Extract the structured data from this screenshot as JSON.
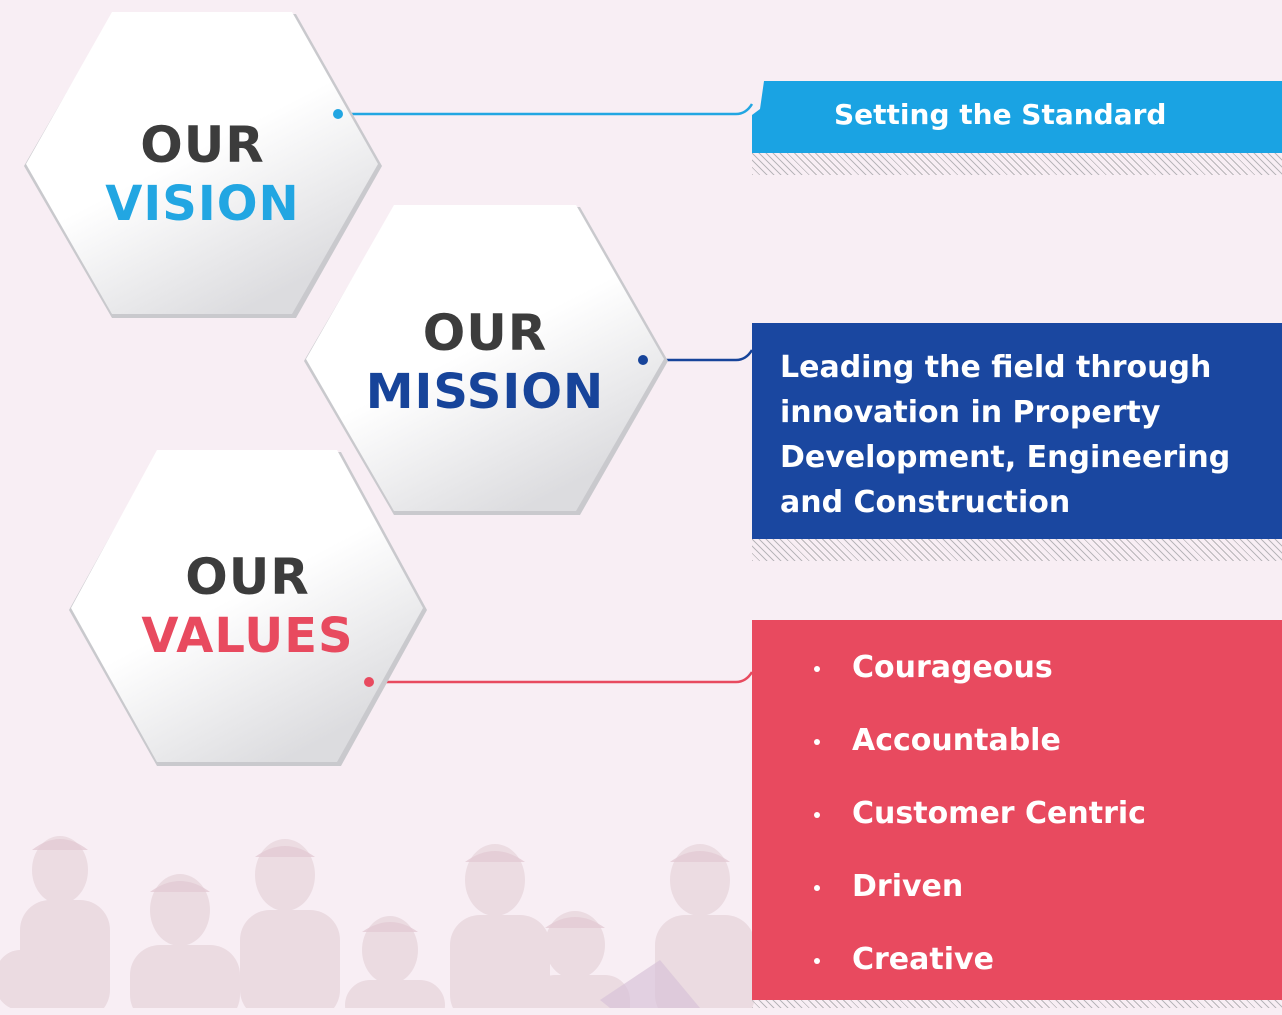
{
  "vision": {
    "prefix": "OUR",
    "title": "VISION",
    "text": "Setting the Standard",
    "color": "#22a6e2"
  },
  "mission": {
    "prefix": "OUR",
    "title": "MISSION",
    "text": "Leading the field through innovation in Property Development, Engineering and Construction",
    "color": "#17449a"
  },
  "values": {
    "prefix": "OUR",
    "title": "VALUES",
    "color": "#e84a5f",
    "items": [
      "Courageous",
      "Accountable",
      "Customer Centric",
      "Driven",
      "Creative"
    ]
  },
  "background_color": "#f8eef4",
  "background_photo": "faded-crowd-photo"
}
